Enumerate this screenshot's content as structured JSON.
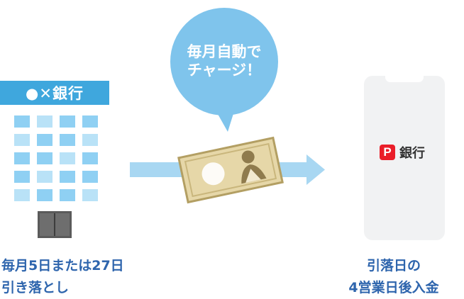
{
  "bank": {
    "sign": "●✕銀行"
  },
  "bubble": {
    "line1": "毎月自動で",
    "line2": "チャージ！"
  },
  "phone_app": {
    "name": "銀行",
    "logo": "P"
  },
  "captions": {
    "left": [
      "毎月5日または27日",
      "引き落とし"
    ],
    "right": [
      "引落日の",
      "4営業日後入金"
    ]
  },
  "colors": {
    "bank_sign": "#3fa7dd",
    "window": "#8fd0f3",
    "arrow": "#a8d7f2",
    "bubble": "#7fc4ec",
    "caption": "#2e65ad",
    "paypay_red": "#ea1e29",
    "banknote": "#e6d7a8"
  },
  "icons": [
    "bank-building-icon",
    "banknote-icon",
    "smartphone-icon",
    "paypay-logo-icon"
  ]
}
